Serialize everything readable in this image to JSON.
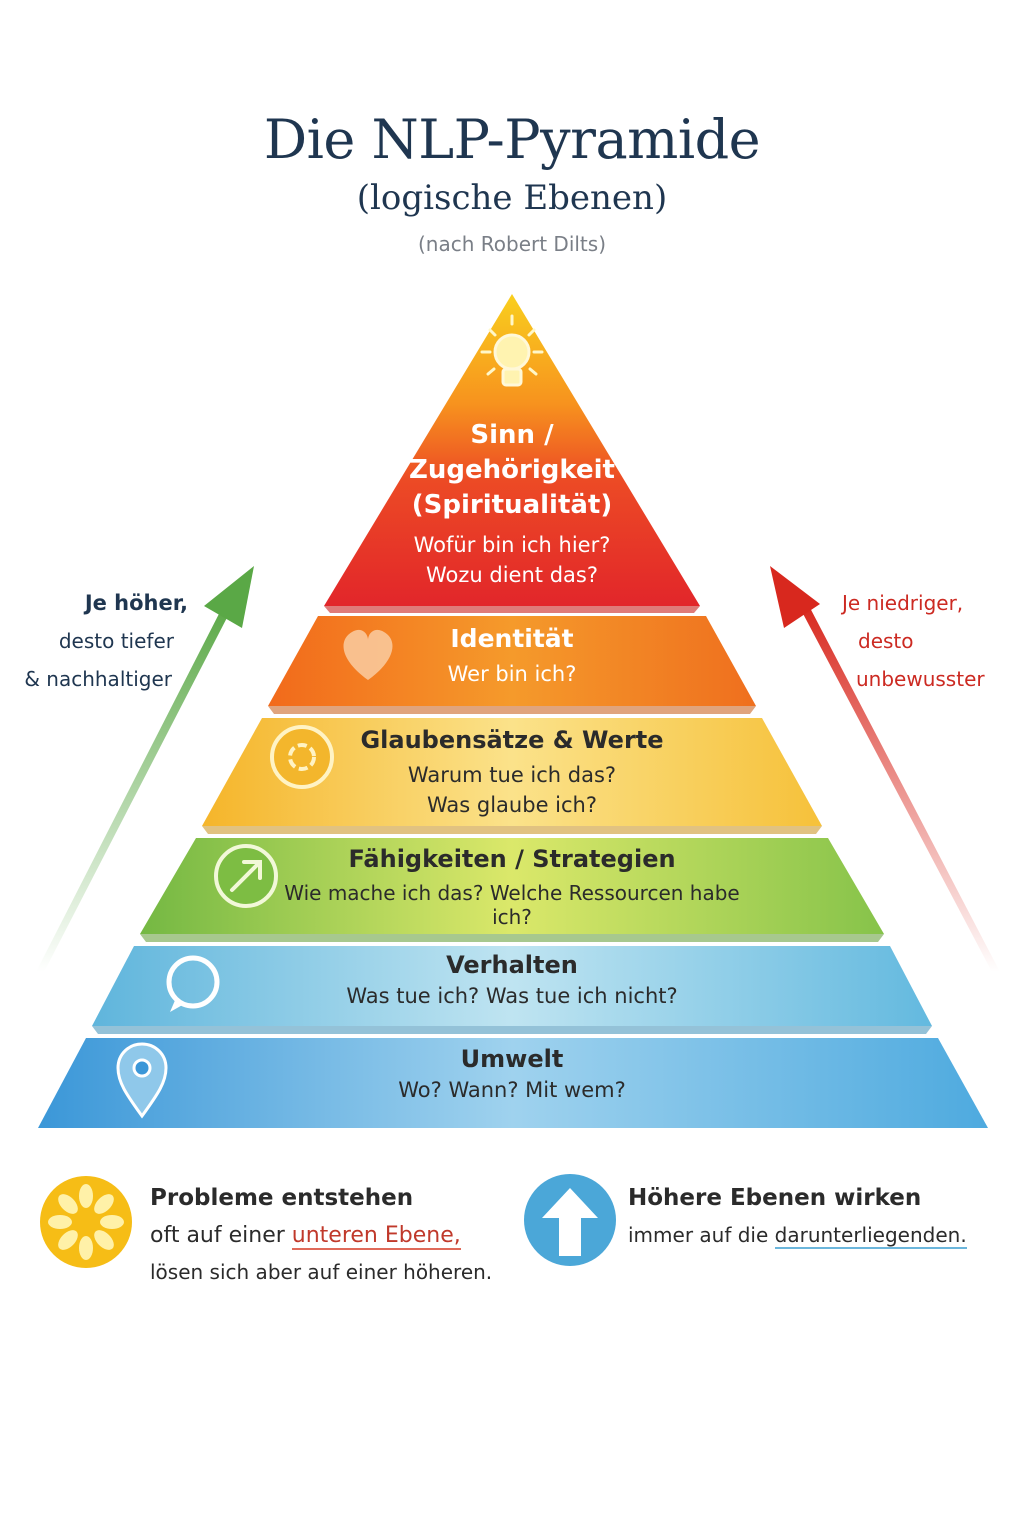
{
  "header": {
    "title": "Die NLP-Pyramide",
    "subtitle": "(logische Ebenen)",
    "attribution": "(nach Robert Dilts)"
  },
  "levels": [
    {
      "title_lines": [
        "Sinn /",
        "Zugehörigkeit",
        "(Spiritualität)"
      ],
      "questions": [
        "Wofür bin ich hier?",
        "Wozu dient das?"
      ],
      "icon": "lightbulb-icon",
      "color_top": "#f8c21a",
      "color_bottom": "#e52a24"
    },
    {
      "title": "Identität",
      "questions": [
        "Wer bin ich?"
      ],
      "icon": "heart-icon",
      "color": "#f07a1e"
    },
    {
      "title": "Glaubensätze & Werte",
      "questions": [
        "Warum tue ich das?",
        "Was glaube ich?"
      ],
      "icon": "target-icon",
      "color": "#f6c43a"
    },
    {
      "title": "Fähigkeiten / Strategien",
      "questions": [
        "Wie mache ich das? Welche Ressourcen habe ich?"
      ],
      "icon": "compass-icon",
      "color": "#8cc63f"
    },
    {
      "title": "Verhalten",
      "questions": [
        "Was tue ich? Was tue ich nicht?"
      ],
      "icon": "speech-bubble-icon",
      "color": "#68bde0"
    },
    {
      "title": "Umwelt",
      "questions": [
        "Wo? Wann? Mit wem?"
      ],
      "icon": "location-pin-icon",
      "color": "#4aa6dd"
    }
  ],
  "left_arrow": {
    "lines": [
      "Je höher,",
      "desto tiefer",
      "& nachhaltiger"
    ],
    "color": "#5aa846"
  },
  "right_arrow": {
    "lines": [
      "Je niedriger,",
      "desto",
      "unbewusster"
    ],
    "color": "#d8281e"
  },
  "notes": [
    {
      "icon": "sun-icon",
      "title": "Probleme entstehen",
      "line2_prefix": "oft auf einer ",
      "line2_highlight": "unteren Ebene,",
      "line3": "lösen sich aber auf einer höheren."
    },
    {
      "icon": "arrow-up-icon",
      "title": "Höhere Ebenen wirken",
      "line2_prefix": "immer auf die ",
      "line2_highlight": "darunterliegenden."
    }
  ]
}
